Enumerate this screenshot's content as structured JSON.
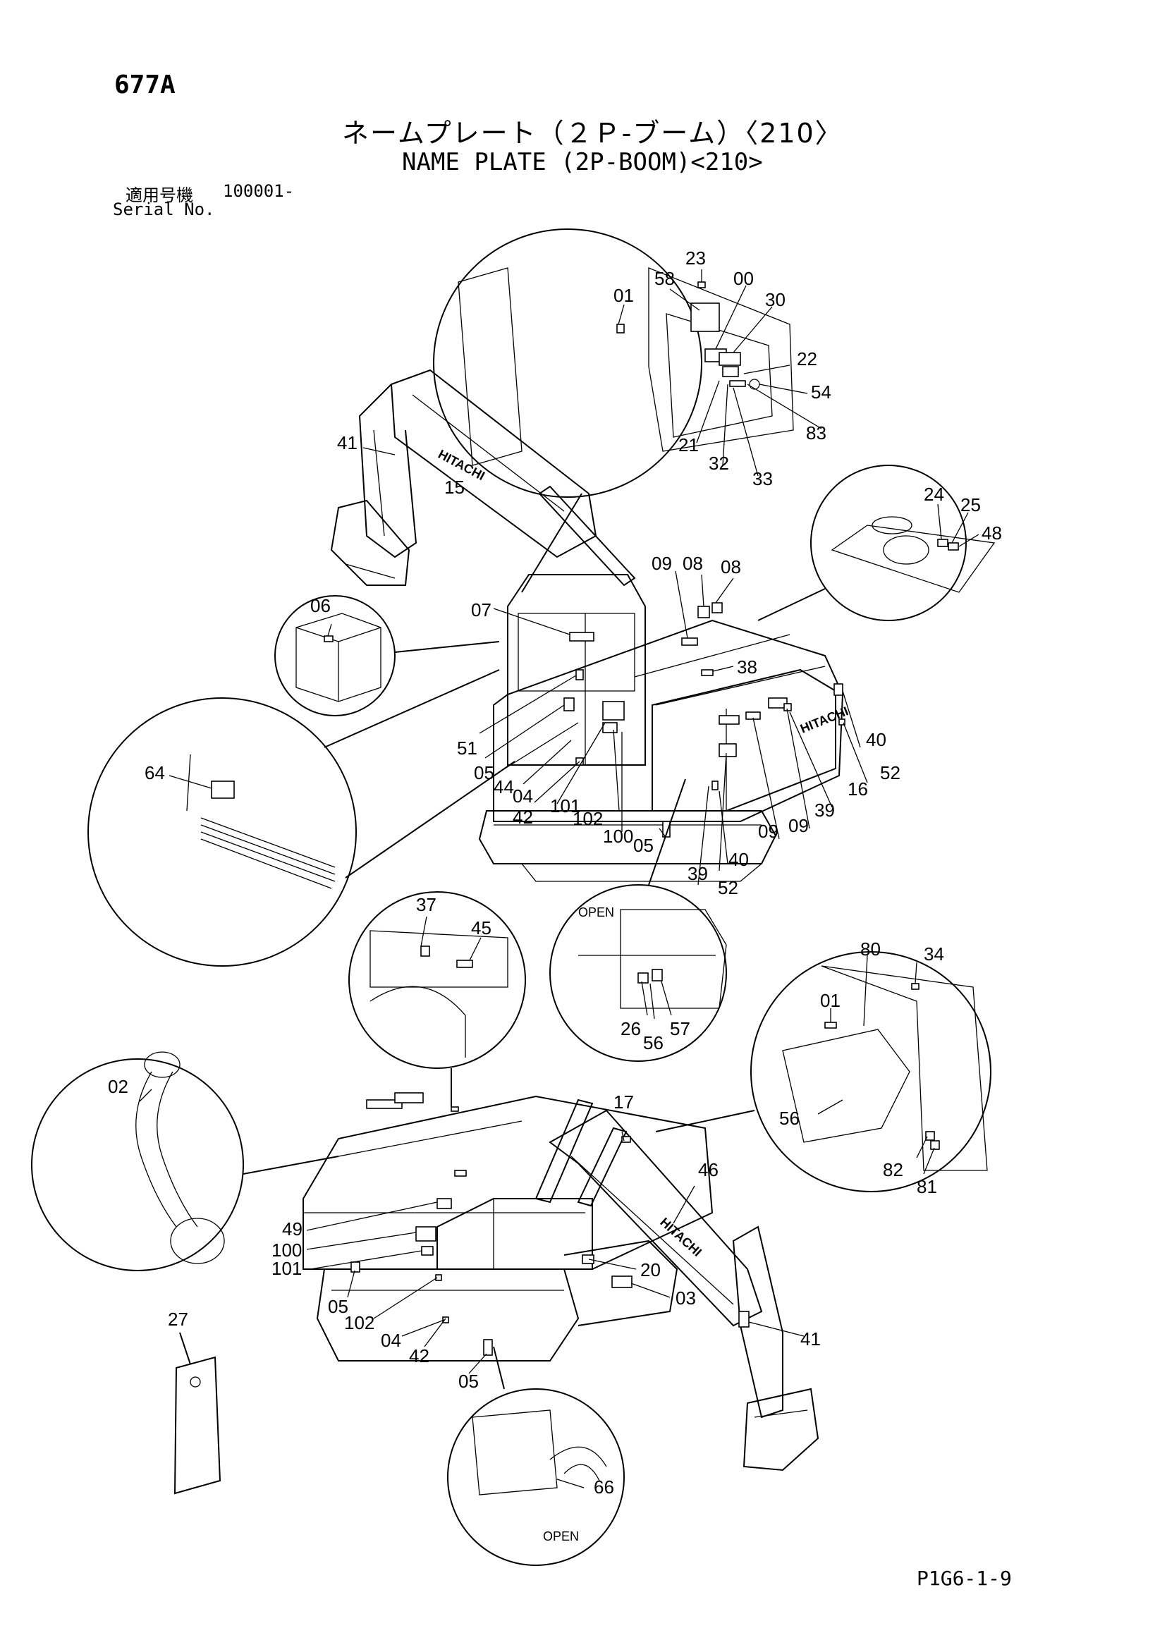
{
  "header": {
    "page_code": "677A",
    "title_ja": "ネームプレート（２Ｐ-ブーム）〈210〉",
    "title_en": "NAME PLATE (2P-BOOM)<210>",
    "serial_label_ja": "適用号機",
    "serial_value": "100001-",
    "serial_label_en": "Serial No."
  },
  "footer": {
    "code": "P1G6-1-9"
  },
  "brand_text": "HITACHI",
  "captions": {
    "open_1": "OPEN",
    "open_2": "OPEN"
  },
  "callouts": {
    "c01a": "01",
    "c23": "23",
    "c58": "58",
    "c00": "00",
    "c30": "30",
    "c22": "22",
    "c54": "54",
    "c83": "83",
    "c21": "21",
    "c32": "32",
    "c33": "33",
    "c41a": "41",
    "c15": "15",
    "c24": "24",
    "c25": "25",
    "c48": "48",
    "c06": "06",
    "c07": "07",
    "c09a": "09",
    "c08a": "08",
    "c08b": "08",
    "c38": "38",
    "c64": "64",
    "c51": "51",
    "c05a": "05",
    "c44": "44",
    "c04a": "04",
    "c101a": "101",
    "c42a": "42",
    "c102a": "102",
    "c100a": "100",
    "c05b": "05",
    "c39a": "39",
    "c52a": "52",
    "c40a": "40",
    "c09b": "09",
    "c09c": "09",
    "c39b": "39",
    "c16": "16",
    "c40b": "40",
    "c52b": "52",
    "c37": "37",
    "c45": "45",
    "c26": "26",
    "c56a": "56",
    "c57": "57",
    "c80": "80",
    "c34": "34",
    "c01b": "01",
    "c56b": "56",
    "c82": "82",
    "c81": "81",
    "c02": "02",
    "c17": "17",
    "c46": "46",
    "c49": "49",
    "c100b": "100",
    "c101b": "101",
    "c05c": "05",
    "c102b": "102",
    "c04b": "04",
    "c42b": "42",
    "c05d": "05",
    "c20": "20",
    "c03": "03",
    "c41b": "41",
    "c27": "27",
    "c66": "66"
  }
}
